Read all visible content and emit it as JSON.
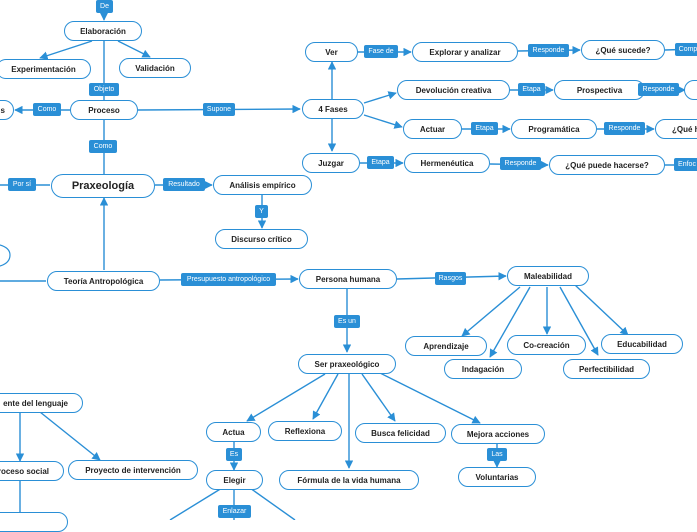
{
  "nodes": {
    "elaboracion": "Elaboración",
    "experimentacion": "Experimentación",
    "validacion": "Validación",
    "proceso": "Proceso",
    "ver": "Ver",
    "explorar": "Explorar y analizar",
    "que_sucede": "¿Qué sucede?",
    "cuatro_fases": "4 Fases",
    "devolucion": "Devolución creativa",
    "prospectiva": "Prospectiva",
    "actuar": "Actuar",
    "programatica": "Programática",
    "que_h": "¿Qué h",
    "juzgar": "Juzgar",
    "hermeneutica": "Hermenéutica",
    "que_puede": "¿Qué puede hacerse?",
    "praxeologia": "Praxeología",
    "analisis": "Análisis empírico",
    "discurso": "Discurso crítico",
    "teoria": "Teoría Antropológica",
    "persona": "Persona humana",
    "maleabilidad": "Maleabilidad",
    "aprendizaje": "Aprendizaje",
    "cocreacion": "Co-creación",
    "educabilidad": "Educabilidad",
    "indagacion": "Indagación",
    "perfectibilidad": "Perfectibilidad",
    "ser_prax": "Ser praxeológico",
    "actua": "Actua",
    "reflexiona": "Reflexiona",
    "busca": "Busca felicidad",
    "mejora": "Mejora acciones",
    "formula": "Fórmula de la vida humana",
    "voluntarias": "Voluntarias",
    "elegir": "Elegir",
    "lenguaje": "ente del lenguaje",
    "proceso_social": "roceso social",
    "proyecto": "Proyecto de intervención",
    "s_left": "s"
  },
  "labels": {
    "de": "De",
    "objeto": "Objeto",
    "como1": "Como",
    "supone": "Supone",
    "fase_de": "Fase de",
    "responde1": "Responde",
    "comp": "Comp",
    "etapa1": "Etapa",
    "responde2": "Responde",
    "etapa2": "Etapa",
    "responde3": "Responde",
    "etapa3": "Etapa",
    "responde4": "Responde",
    "enfoc": "Enfoc",
    "como2": "Como",
    "por_si": "Por sí",
    "resultado": "Resultado",
    "y": "Y",
    "presupuesto": "Presupuesto antropológico",
    "rasgos": "Rasgos",
    "es_un": "Es un",
    "es": "Es",
    "las": "Las",
    "enlazar": "Enlazar"
  }
}
